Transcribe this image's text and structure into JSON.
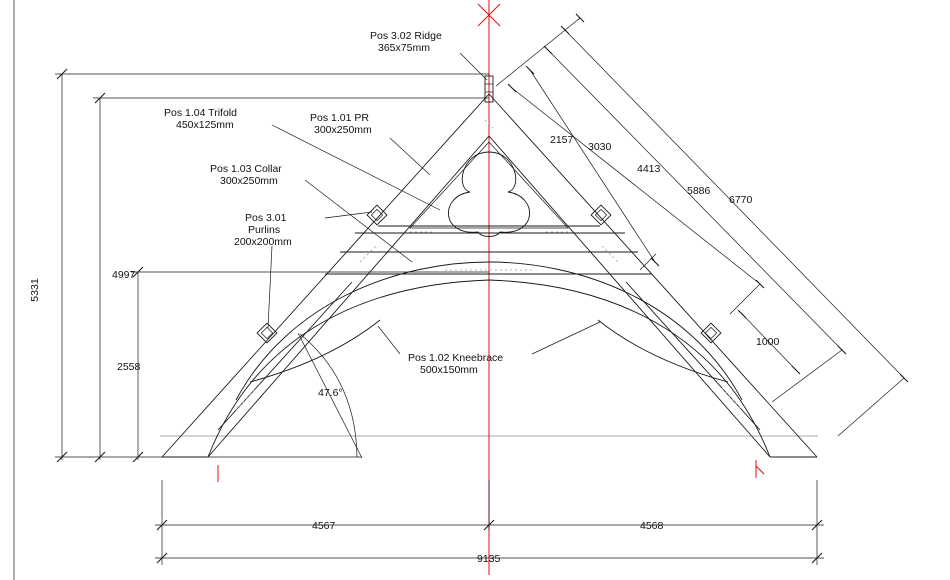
{
  "labels": {
    "ridge": [
      "Pos 3.02 Ridge",
      "365x75mm"
    ],
    "trifold": [
      "Pos 1.04 Trifold",
      "450x125mm"
    ],
    "pr": [
      "Pos 1.01 PR",
      "300x250mm"
    ],
    "collar": [
      "Pos 1.03 Collar",
      "300x250mm"
    ],
    "purlins": [
      "Pos 3.01",
      "Purlins",
      "200x200mm"
    ],
    "kneebrace": [
      "Pos 1.02 Kneebrace",
      "500x150mm"
    ],
    "angle": "47.6°"
  },
  "dimensions": {
    "left_heights": [
      "5331",
      "4997",
      "2558"
    ],
    "rafter_lengths": [
      "2157",
      "3030",
      "4413",
      "5886",
      "6770"
    ],
    "purlin_spacing": "1000",
    "half_spans": [
      "4567",
      "4568"
    ],
    "total_span": "9135"
  },
  "colors": {
    "line": "#1a1a1a",
    "centerline": "#e01010",
    "ground": "#a8a8a8"
  }
}
